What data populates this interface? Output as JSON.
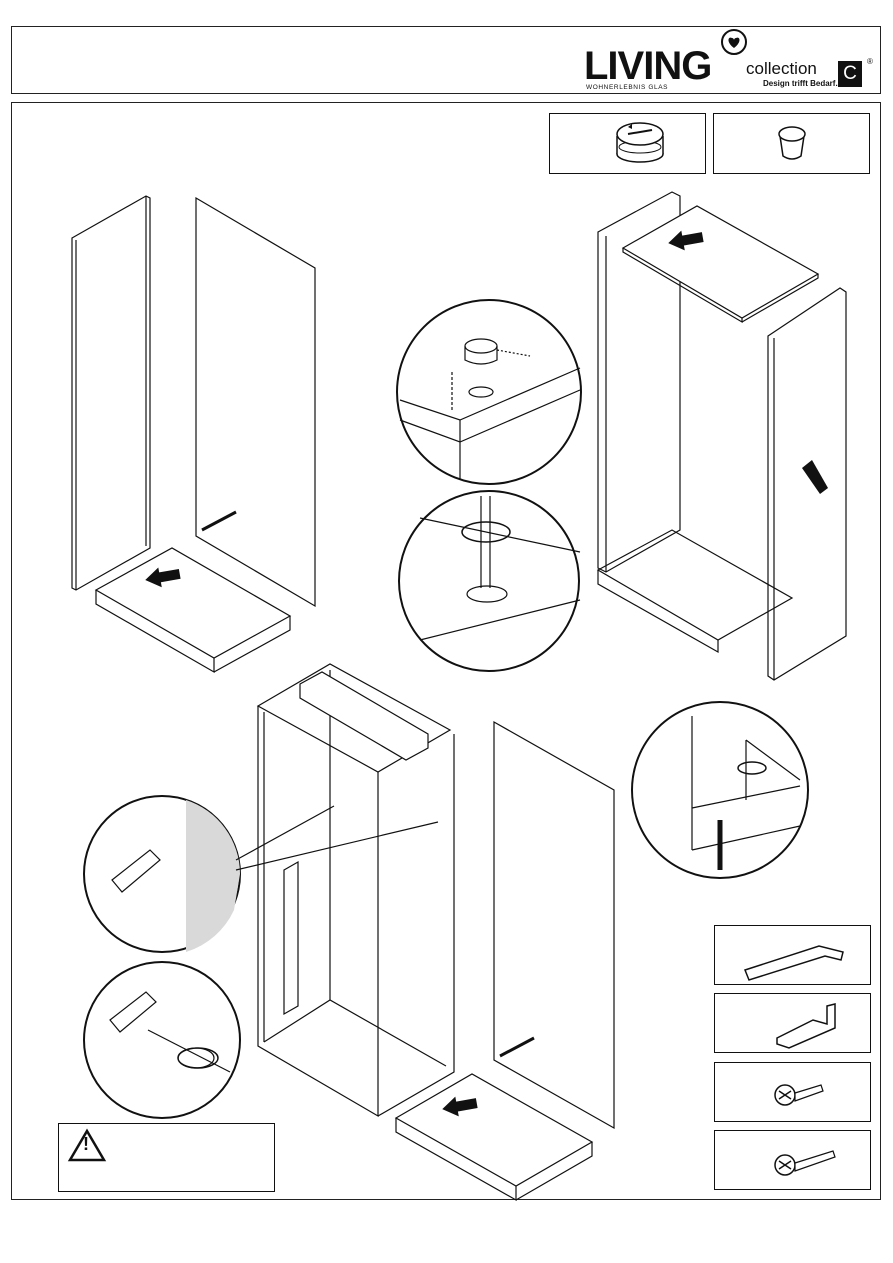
{
  "header": {
    "brand_name": "LIVING",
    "brand_tagline": "WOHNERLEBNIS GLAS",
    "collection_label": "collection",
    "collection_slogan": "Design trifft Bedarf.",
    "collection_mark": "C",
    "registered_mark": "®",
    "logo_icon": "heart-circle-icon"
  },
  "parts_top": [
    {
      "name": "cam-lock",
      "icon": "cam-lock-icon"
    },
    {
      "name": "wooden-dowel",
      "icon": "dowel-icon"
    }
  ],
  "parts_side": [
    {
      "name": "hex-key",
      "icon": "allen-key-icon"
    },
    {
      "name": "wall-bracket",
      "icon": "angle-bracket-icon"
    },
    {
      "name": "short-screw",
      "icon": "short-screw-icon"
    },
    {
      "name": "long-screw",
      "icon": "long-screw-icon"
    }
  ],
  "warning": {
    "icon": "warning-triangle-icon",
    "symbol": "!"
  },
  "colors": {
    "line": "#111111",
    "wall_shade": "#d9d9d9",
    "background": "#ffffff"
  }
}
